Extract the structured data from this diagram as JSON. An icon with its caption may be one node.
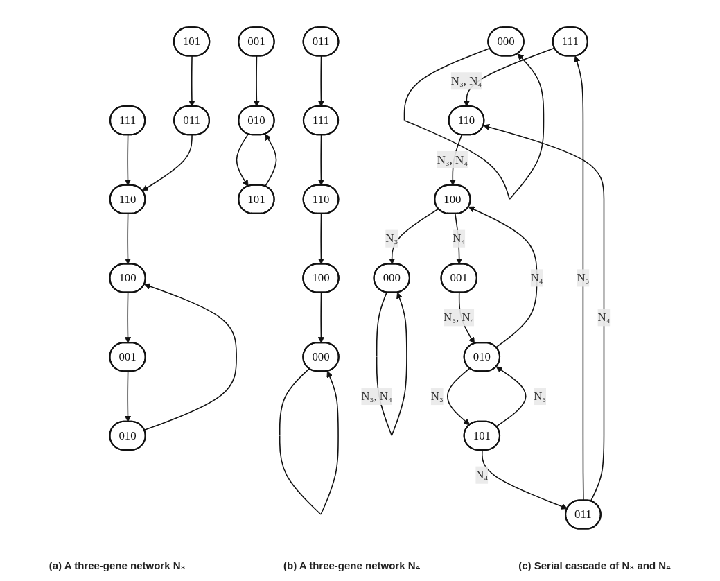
{
  "diagram": {
    "nodes": [
      {
        "text": [
          "011"
        ]
      },
      {
        "text": [
          "111"
        ]
      },
      {
        "text": [
          "110"
        ]
      },
      {
        "text": [
          "001"
        ]
      },
      {
        "text": [
          "100"
        ]
      },
      {
        "text": [
          "010"
        ]
      },
      {
        "text": [
          "000"
        ]
      },
      {
        "text": [
          "101"
        ]
      },
      {
        "text": [
          "111"
        ]
      },
      {
        "text": [
          "101"
        ]
      },
      {
        "text": [
          "110"
        ]
      },
      {
        "text": [
          "011"
        ]
      },
      {
        "text": [
          "100"
        ]
      },
      {
        "text": [
          "001"
        ]
      },
      {
        "text": [
          "000"
        ]
      },
      {
        "text": [
          "010"
        ]
      },
      {
        "text": [
          "111"
        ]
      },
      {
        "text": [
          "110"
        ]
      },
      {
        "text": [
          "100"
        ]
      },
      {
        "text": [
          "001"
        ]
      },
      {
        "text": [
          "000"
        ]
      },
      {
        "text": [
          "010"
        ]
      },
      {
        "text": [
          "101"
        ]
      },
      {
        "text": [
          "011"
        ]
      }
    ],
    "edges": [
      {
        "from": 0,
        "to": 1,
        "arrow": "to"
      },
      {
        "from": 1,
        "to": 2,
        "arrow": "to"
      },
      {
        "from": 2,
        "to": 4,
        "arrow": "to"
      },
      {
        "from": 4,
        "to": 6,
        "arrow": "to"
      },
      {
        "from": 6,
        "to": 6,
        "arrow": "to"
      },
      {
        "from": 3,
        "to": 5,
        "arrow": "to"
      },
      {
        "from": 5,
        "to": 7,
        "arrow": "to"
      },
      {
        "from": 7,
        "to": 5,
        "arrow": "to"
      },
      {
        "from": 8,
        "to": 10,
        "arrow": "to"
      },
      {
        "from": 9,
        "to": 11,
        "arrow": "to"
      },
      {
        "from": 11,
        "to": 10,
        "arrow": "to"
      },
      {
        "from": 10,
        "to": 12,
        "arrow": "to"
      },
      {
        "from": 12,
        "to": 13,
        "arrow": "to"
      },
      {
        "from": 13,
        "to": 15,
        "arrow": "to"
      },
      {
        "from": 15,
        "to": 12,
        "arrow": "to"
      },
      {
        "from": 14,
        "to": 14,
        "arrow": "to"
      },
      {
        "from": 16,
        "to": 17,
        "arrow": "to",
        "label": "N₃, N₄"
      },
      {
        "from": 17,
        "to": 18,
        "arrow": "to",
        "label": "N₃, N₄"
      },
      {
        "from": 18,
        "to": 19,
        "arrow": "to",
        "label": "N₄"
      },
      {
        "from": 18,
        "to": 20,
        "arrow": "to",
        "label": "N₃"
      },
      {
        "from": 20,
        "to": 20,
        "arrow": "to",
        "label": "N₃, N₄"
      },
      {
        "from": 19,
        "to": 21,
        "arrow": "to",
        "label": "N₃, N₄"
      },
      {
        "from": 21,
        "to": 18,
        "arrow": "to",
        "label": "N₄"
      },
      {
        "from": 21,
        "to": 22,
        "arrow": "to",
        "label": "N₃"
      },
      {
        "from": 22,
        "to": 21,
        "arrow": "to",
        "label": "N₃"
      },
      {
        "from": 22,
        "to": 23,
        "arrow": "to",
        "label": "N₄"
      },
      {
        "from": 23,
        "to": 16,
        "arrow": "to",
        "label": "N₃"
      },
      {
        "from": 23,
        "to": 17,
        "arrow": "to",
        "label": "N₄"
      }
    ],
    "labels": [
      "(a) A three-gene network N₃",
      "(b) A three-gene network N₄",
      "(c) Serial cascade of N₃ and N₄"
    ]
  }
}
